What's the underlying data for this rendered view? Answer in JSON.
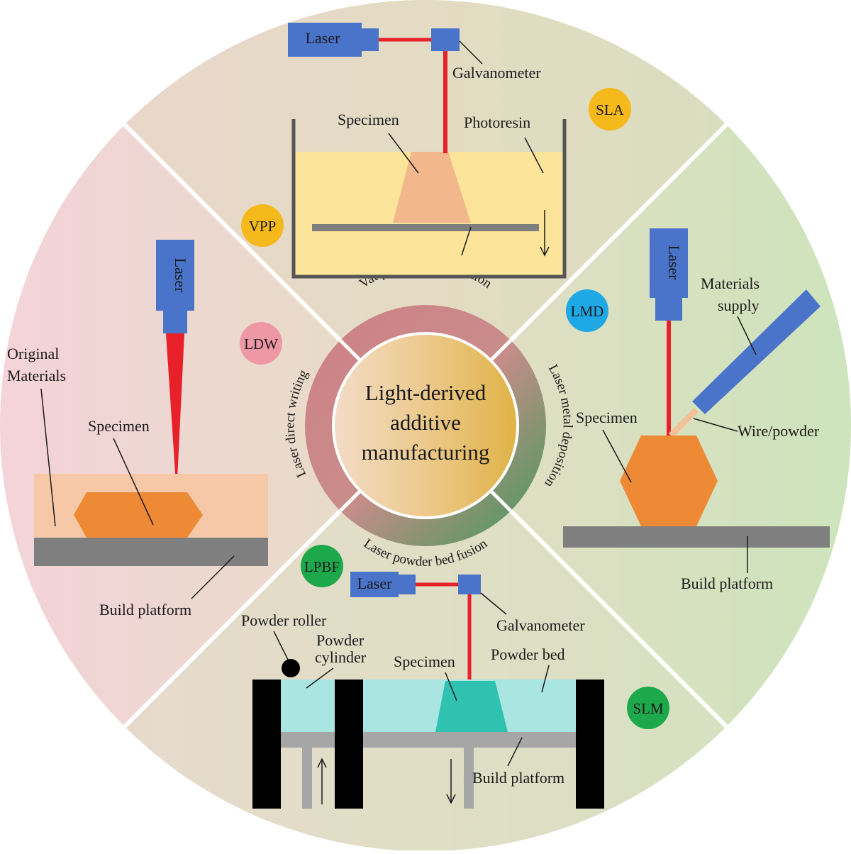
{
  "center": {
    "line1": "Light-derived",
    "line2": "additive",
    "line3": "manufacturing"
  },
  "ring": {
    "vat": "Vat photopolymerization",
    "lmd": "Laser metal deposition",
    "lpbf": "Laser powder bed fusion",
    "ldw": "Laser direct writing"
  },
  "badges": {
    "sla": "SLA",
    "vpp": "VPP",
    "lmd": "LMD",
    "ldw": "LDW",
    "lpbf": "LPBF",
    "slm": "SLM"
  },
  "colors": {
    "sla": "#f5b91c",
    "vpp": "#f5b91c",
    "lmd": "#1ea8e6",
    "ldw": "#ee98a6",
    "lpbf": "#1ea84c",
    "slm": "#1ea84c",
    "laser_box": "#4a74c9",
    "laser_beam": "#e8202a",
    "specimen_orange": "#ee8a35",
    "specimen_teal": "#2fc2b0",
    "photoresin": "#fce49a",
    "powder_bed": "#a9e6e1",
    "platform": "#7f7f7f"
  },
  "vpp": {
    "laser": "Laser",
    "galvanometer": "Galvanometer",
    "specimen": "Specimen",
    "photoresin": "Photoresin"
  },
  "lmd": {
    "laser": "Laser",
    "materials_line1": "Materials",
    "materials_line2": "supply",
    "specimen": "Specimen",
    "wire_powder": "Wire/powder",
    "build_platform": "Build platform"
  },
  "ldw": {
    "laser": "Laser",
    "original_line1": "Original",
    "original_line2": "Materials",
    "specimen": "Specimen",
    "build_platform": "Build platform"
  },
  "lpbf": {
    "laser": "Laser",
    "galvanometer": "Galvanometer",
    "powder_roller": "Powder roller",
    "powder_line1": "Powder",
    "powder_line2": "cylinder",
    "specimen": "Specimen",
    "powder_bed": "Powder bed",
    "build_platform": "Build platform"
  }
}
